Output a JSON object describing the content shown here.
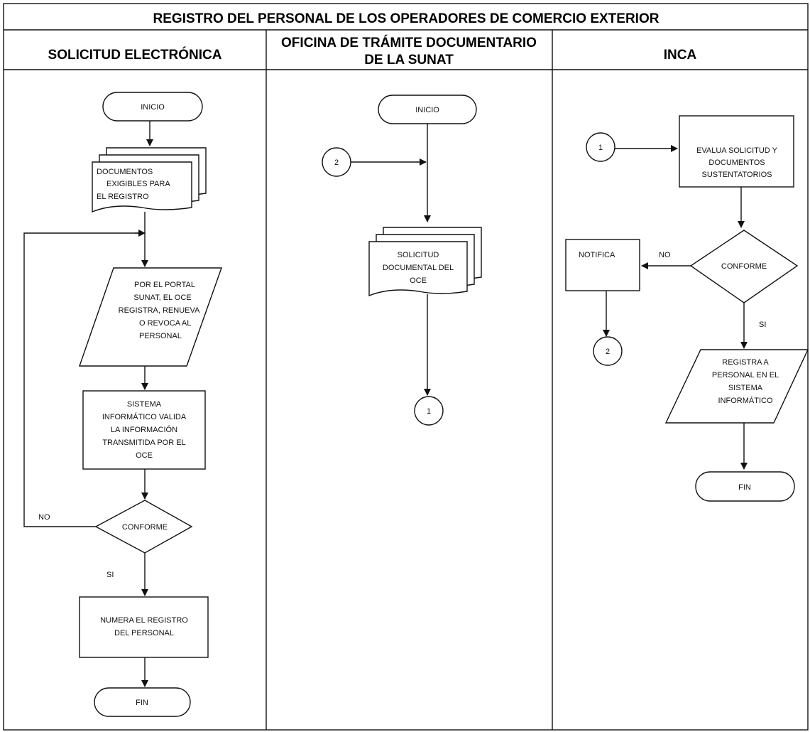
{
  "title": "REGISTRO DEL PERSONAL DE LOS OPERADORES DE COMERCIO EXTERIOR",
  "lanes": [
    {
      "line1": "SOLICITUD ELECTRÓNICA",
      "line2": ""
    },
    {
      "line1": "OFICINA DE TRÁMITE DOCUMENTARIO",
      "line2": "DE LA SUNAT"
    },
    {
      "line1": "INCA",
      "line2": ""
    }
  ],
  "lane1": {
    "start": "INICIO",
    "docs": [
      "DOCUMENTOS",
      "EXIGIBLES PARA",
      "EL REGISTRO"
    ],
    "portal": [
      "POR EL PORTAL",
      "SUNAT, EL OCE",
      "REGISTRA, RENUEVA",
      "O REVOCA AL",
      "PERSONAL"
    ],
    "validate": [
      "SISTEMA",
      "INFORMÁTICO VALIDA",
      "LA INFORMACIÓN",
      "TRANSMITIDA POR EL",
      "OCE"
    ],
    "decision": "CONFORME",
    "no": "NO",
    "si": "SI",
    "number": [
      "NUMERA EL REGISTRO",
      "DEL PERSONAL"
    ],
    "end": "FIN"
  },
  "lane2": {
    "start": "INICIO",
    "connector_in": "2",
    "docs": [
      "SOLICITUD",
      "DOCUMENTAL DEL",
      "OCE"
    ],
    "connector_out": "1"
  },
  "lane3": {
    "connector_in": "1",
    "evaluate": [
      "EVALUA SOLICITUD Y",
      "DOCUMENTOS",
      "SUSTENTATORIOS"
    ],
    "decision": "CONFORME",
    "no": "NO",
    "si": "SI",
    "notify": "NOTIFICA",
    "connector_out": "2",
    "register": [
      "REGISTRA A",
      "PERSONAL EN EL",
      "SISTEMA",
      "INFORMÁTICO"
    ],
    "end": "FIN"
  }
}
